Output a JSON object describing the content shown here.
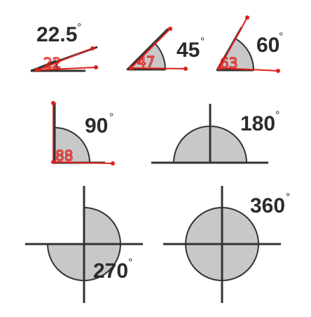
{
  "colors": {
    "ink": "#333333",
    "wedge_fill": "#c8c8c8",
    "annotation": "#e0201c"
  },
  "angles": [
    {
      "label": "22.5",
      "degrees": 22.5
    },
    {
      "label": "45",
      "degrees": 45
    },
    {
      "label": "60",
      "degrees": 60
    },
    {
      "label": "90",
      "degrees": 90
    },
    {
      "label": "180",
      "degrees": 180
    },
    {
      "label": "270",
      "degrees": 270
    },
    {
      "label": "360",
      "degrees": 360
    }
  ],
  "degree_symbol": "°",
  "annotations": {
    "a1_measure": "22",
    "a2_measure": "47",
    "a3_measure": "63",
    "a4_measure": "88"
  }
}
